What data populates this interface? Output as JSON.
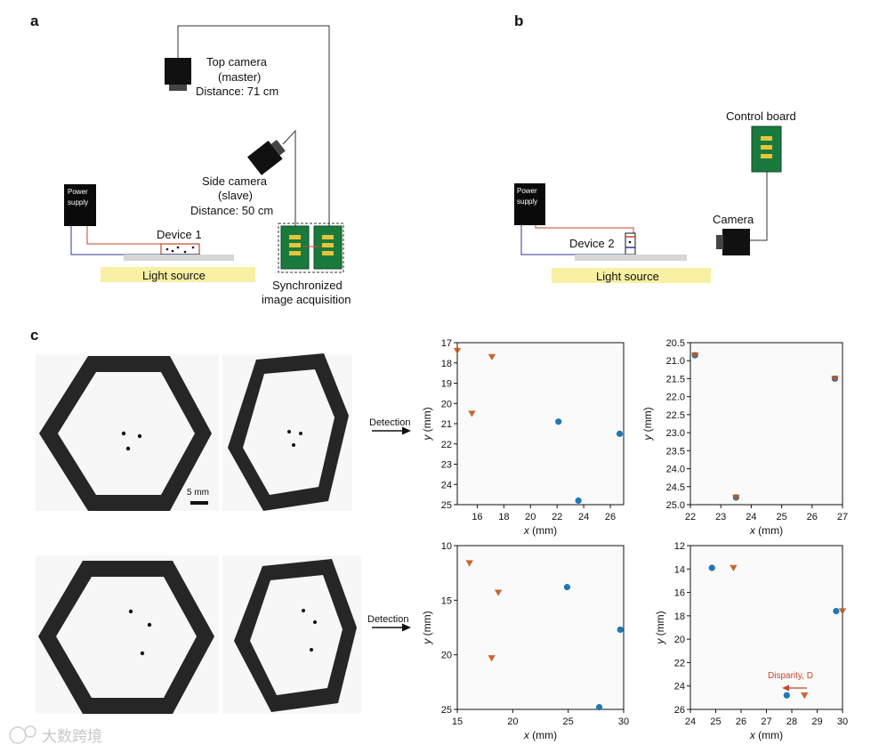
{
  "panels": {
    "a": "a",
    "b": "b",
    "c": "c"
  },
  "panel_a": {
    "top_camera": [
      "Top camera",
      "(master)",
      "Distance: 71 cm"
    ],
    "side_camera": [
      "Side camera",
      "(slave)",
      "Distance: 50 cm"
    ],
    "power_supply": [
      "Power",
      "supply"
    ],
    "device": "Device 1",
    "light_source": "Light source",
    "sync": [
      "Synchronized",
      "image acquisition"
    ]
  },
  "panel_b": {
    "control_board": "Control board",
    "camera": "Camera",
    "power_supply": [
      "Power",
      "supply"
    ],
    "device": "Device 2",
    "light_source": "Light source"
  },
  "panel_c": {
    "scale_bar": "5 mm",
    "arrow_label": "Detection",
    "disparity_label": "Disparity, D"
  },
  "colors": {
    "blue": "#1f77b4",
    "orange": "#c2561f",
    "yellow": "#f8f0a2",
    "board": "#1a7a3e",
    "red": "#c2452d"
  },
  "watermark": "大数跨境",
  "chart_data": [
    {
      "type": "scatter",
      "xlabel_var": "x",
      "ylabel_var": "y",
      "unit": "(mm)",
      "xlim": [
        14.5,
        27
      ],
      "ylim": [
        25,
        17
      ],
      "y_inverted": true,
      "xticks": [
        16,
        18,
        20,
        22,
        24,
        26
      ],
      "yticks": [
        17,
        18,
        19,
        20,
        21,
        22,
        23,
        24,
        25
      ],
      "series": [
        {
          "marker": "circle",
          "color": "#1f77b4",
          "points": [
            [
              22.1,
              20.9
            ],
            [
              26.7,
              21.5
            ],
            [
              23.6,
              24.8
            ]
          ]
        },
        {
          "marker": "triangle",
          "color": "#c2561f",
          "points": [
            [
              14.5,
              17.4
            ],
            [
              17.1,
              17.7
            ],
            [
              15.6,
              20.5
            ]
          ]
        }
      ]
    },
    {
      "type": "scatter",
      "xlabel_var": "x",
      "ylabel_var": "y",
      "unit": "(mm)",
      "xlim": [
        22,
        27
      ],
      "ylim": [
        25,
        20.5
      ],
      "y_inverted": true,
      "xticks": [
        22,
        23,
        24,
        25,
        26,
        27
      ],
      "yticks": [
        "20.5",
        "21.0",
        "21.5",
        "22.0",
        "22.5",
        "23.0",
        "23.5",
        "24.0",
        "24.5",
        "25.0"
      ],
      "series": [
        {
          "marker": "circle",
          "color": "#1f77b4",
          "points": [
            [
              22.15,
              20.85
            ],
            [
              26.75,
              21.5
            ],
            [
              23.5,
              24.8
            ]
          ]
        },
        {
          "marker": "triangle",
          "color": "#c2561f",
          "points": [
            [
              22.15,
              20.85
            ],
            [
              26.75,
              21.5
            ],
            [
              23.5,
              24.8
            ]
          ]
        }
      ]
    },
    {
      "type": "scatter",
      "xlabel_var": "x",
      "ylabel_var": "y",
      "unit": "(mm)",
      "xlim": [
        15,
        30
      ],
      "ylim": [
        25,
        10
      ],
      "y_inverted": true,
      "xticks": [
        15,
        20,
        25,
        30
      ],
      "yticks": [
        10,
        15,
        20,
        25
      ],
      "series": [
        {
          "marker": "circle",
          "color": "#1f77b4",
          "points": [
            [
              24.9,
              13.8
            ],
            [
              29.7,
              17.7
            ],
            [
              27.8,
              24.8
            ]
          ]
        },
        {
          "marker": "triangle",
          "color": "#c2561f",
          "points": [
            [
              16.1,
              11.6
            ],
            [
              18.7,
              14.3
            ],
            [
              18.1,
              20.3
            ]
          ]
        }
      ]
    },
    {
      "type": "scatter",
      "xlabel_var": "x",
      "ylabel_var": "y",
      "unit": "(mm)",
      "xlim": [
        24,
        30
      ],
      "ylim": [
        26,
        12
      ],
      "y_inverted": true,
      "xticks": [
        24,
        25,
        26,
        27,
        28,
        29,
        30
      ],
      "yticks": [
        12,
        14,
        16,
        18,
        20,
        22,
        24,
        26
      ],
      "series": [
        {
          "marker": "circle",
          "color": "#1f77b4",
          "points": [
            [
              24.85,
              13.9
            ],
            [
              29.75,
              17.6
            ],
            [
              27.8,
              24.8
            ]
          ]
        },
        {
          "marker": "triangle",
          "color": "#c2561f",
          "points": [
            [
              25.7,
              13.9
            ],
            [
              30.0,
              17.6
            ],
            [
              28.5,
              24.8
            ]
          ]
        }
      ]
    }
  ]
}
